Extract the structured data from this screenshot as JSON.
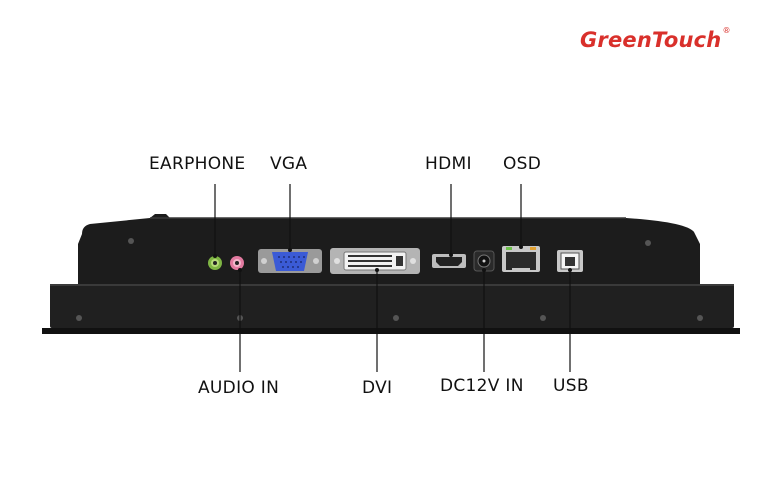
{
  "brand": {
    "name": "GreenTouch",
    "mark": "®",
    "color": "#d9302b"
  },
  "ports": {
    "top": [
      "EARPHONE",
      "VGA",
      "HDMI",
      "OSD"
    ],
    "bottom": [
      "AUDIO IN",
      "DVI",
      "DC12V IN",
      "USB"
    ]
  },
  "colors": {
    "housing": "#1b1b1b",
    "housing_edge": "#3a3a3a",
    "port_metal": "#c8c8c8",
    "vga_blue": "#3b5bd6",
    "earphone_green": "#8bc34a",
    "audio_pink": "#e57aa0"
  }
}
